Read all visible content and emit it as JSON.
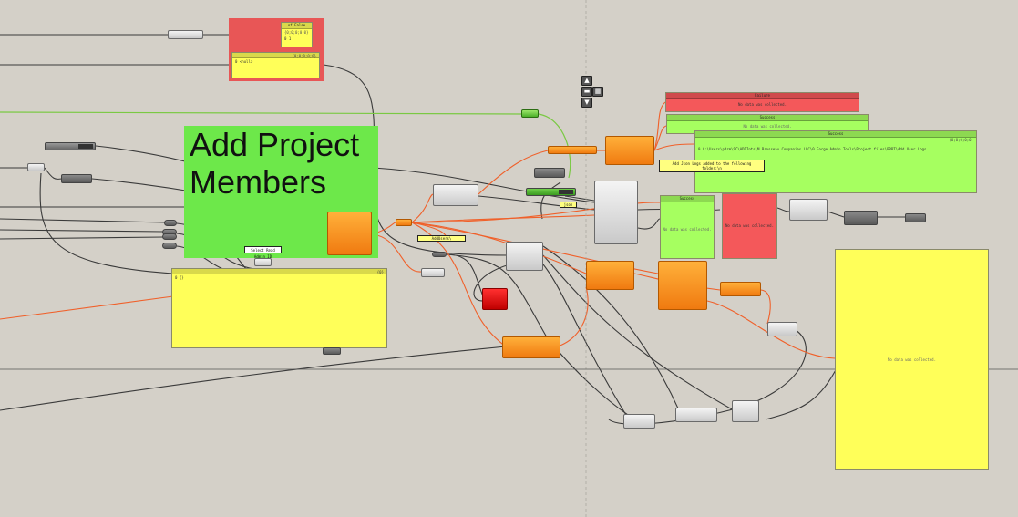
{
  "group": {
    "title_line1": "Add Project",
    "title_line2": "Members",
    "color": "#6de84a"
  },
  "top_panels": {
    "group_color": "#e05050",
    "small_panel_header": "of False",
    "small_panel_index": "{0;0;0;0;0}",
    "small_panel_value": "0 1",
    "wide_panel_index": "{0;0;0;0;0}",
    "wide_panel_value": "0 <null>"
  },
  "members_panel": {
    "index": "{0}",
    "value": "0 {}"
  },
  "status_panels": {
    "failure_header": "Failure",
    "failure_text": "No data was collected.",
    "success_header": "Success",
    "success_text": "No data was collected.",
    "success_long_header": "Success",
    "success_long_index": "{0;0;0;0;0}",
    "success_long_text": "0 C:\\Users\\pdrm\\SC\\ADDInts\\M.Brosseau Companies LLC\\0 Forge Admin Tools\\Project files\\BRPT\\Add User Logs",
    "success_mid_header": "Success",
    "success_mid_text": "No data was collected.",
    "red_panel_text": "No data was collected.",
    "large_yellow_text": "No data was collected."
  },
  "labels": {
    "add_logs": "Add Json Logs added to the following folder:\\n",
    "json": "json",
    "add_users": "AddUsers\\",
    "select_admin": "Select Read Admin ID"
  },
  "nav": {
    "up": "▲",
    "middle": "▬",
    "list": "▦",
    "down": "▼"
  }
}
